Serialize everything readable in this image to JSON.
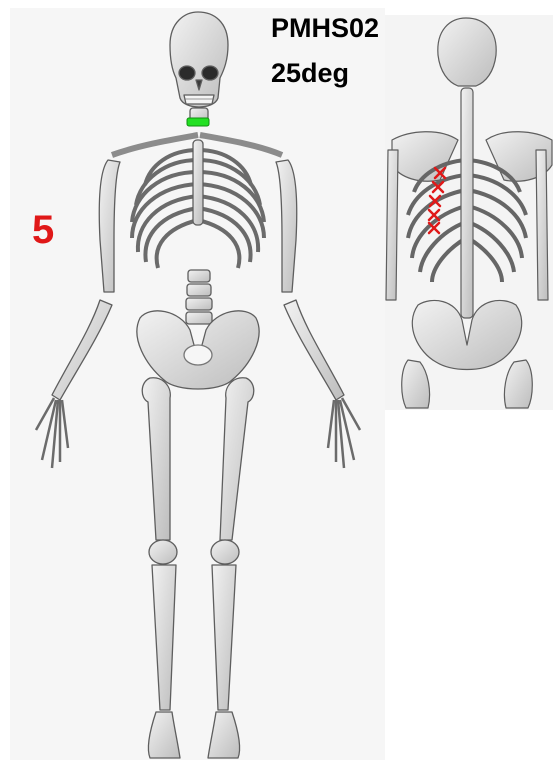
{
  "labels": {
    "specimen_id": "PMHS02",
    "angle": "25deg",
    "count": "5"
  },
  "colors": {
    "bone_fill": "#e4e4e4",
    "bone_stroke": "#6a6a6a",
    "bone_shadow": "#9a9a9a",
    "marker_cervical": "#22e022",
    "marker_rib_fracture": "#e01818",
    "count_text": "#e01818"
  },
  "markers": {
    "cervical_highlight": "cervical-spine",
    "rib_fracture_markers": [
      "x-mark",
      "x-mark",
      "x-mark",
      "x-mark",
      "x-mark"
    ]
  },
  "figures": {
    "front_view": "anterior-skeleton",
    "back_view": "posterior-skeleton"
  }
}
